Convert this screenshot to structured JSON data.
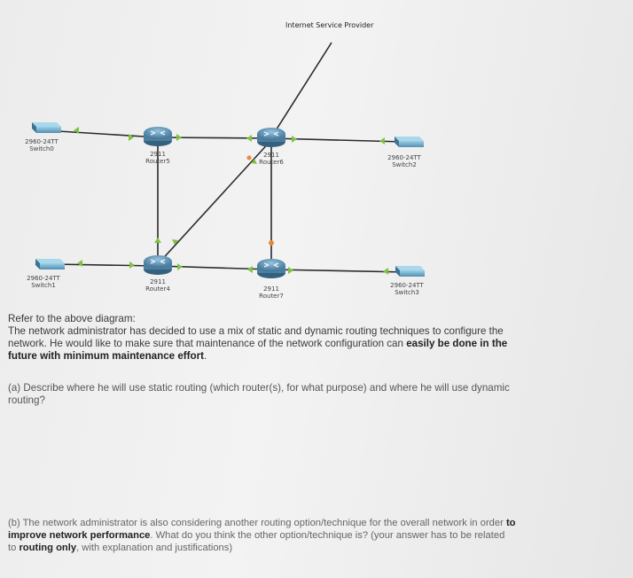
{
  "diagram": {
    "isp_label": "Internet Service Provider",
    "devices": {
      "switch0": {
        "model": "2960-24TT",
        "name": "Switch0"
      },
      "router5": {
        "model": "2911",
        "name": "Router5"
      },
      "router6": {
        "model": "2911",
        "name": "Router6"
      },
      "switch2": {
        "model": "2960-24TT",
        "name": "Switch2"
      },
      "switch1": {
        "model": "2960-24TT",
        "name": "Switch1"
      },
      "router4": {
        "model": "2911",
        "name": "Router4"
      },
      "router7": {
        "model": "2911",
        "name": "Router7"
      },
      "switch3": {
        "model": "2960-24TT",
        "name": "Switch3"
      }
    },
    "colors": {
      "router_body": "#5b8fb0",
      "switch_body": "#6aa6c4",
      "link": "#2a2a2a",
      "link_up": "#7fc241",
      "link_down": "#e8893a"
    }
  },
  "text": {
    "intro_line1": "Refer to the above diagram:",
    "intro_line2": "The network administrator has decided to use a mix of static and dynamic routing techniques to configure the",
    "intro_line3_a": "network.  He would like to make sure that maintenance of the network configuration can ",
    "intro_line3_b": "easily be done in the",
    "intro_line4": "future with minimum maintenance effort",
    "intro_line4_end": ".",
    "qa_line1": "(a)  Describe where he will use static routing (which router(s), for what purpose) and where he will use dynamic",
    "qa_line2": "routing?",
    "qb_line1_a": "(b) The network administrator is also considering another routing option/technique for the overall network in order ",
    "qb_line1_b": "to",
    "qb_line2_a": "improve network performance",
    "qb_line2_b": ".  What do you think the other option/technique is? (your answer has to be related",
    "qb_line3_a": "to ",
    "qb_line3_b": "routing only",
    "qb_line3_c": ", with explanation and justifications)"
  }
}
